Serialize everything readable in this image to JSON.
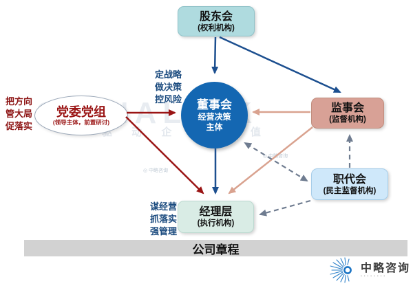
{
  "colors": {
    "navy": "#1c4f8f",
    "red": "#9a1414",
    "salmon": "#d9a28f",
    "slate": "#6f7c90",
    "circle_fill": "#1467b2",
    "shareholders_bg": "#afdbdf",
    "shareholders_border": "#8fc2c8",
    "supervisors_bg": "#d8a196",
    "supervisors_border": "#c08d7d",
    "workers_bg": "#cfe8fa",
    "workers_border": "#a6cde9",
    "managers_bg": "#d9ece5",
    "managers_border": "#bcd9d0",
    "charter_bg": "#d2d2d2",
    "annotation_navy": "#1a4a7e",
    "annotation_red": "#8e1515"
  },
  "nodes": {
    "shareholders": {
      "title": "股东会",
      "subtitle": "(权利机构)"
    },
    "board": {
      "title": "董事会",
      "line2": "经营决策",
      "line3": "主体"
    },
    "party": {
      "title": "党委党组",
      "subtitle": "(领导主体，前置研讨)"
    },
    "supervisors": {
      "title": "监事会",
      "subtitle": "(监督机构)"
    },
    "workers": {
      "title": "职代会",
      "subtitle": "(民主监督机构)"
    },
    "managers": {
      "title": "经理层",
      "subtitle": "(执行机构)"
    },
    "charter": {
      "title": "公司章程"
    }
  },
  "annotations": {
    "party_left": [
      "把方向",
      "管大局",
      "促落实"
    ],
    "board_left": [
      "定战略",
      "做决策",
      "控风险"
    ],
    "managers_left": [
      "谋经营",
      "抓落实",
      "强管理"
    ]
  },
  "watermark": {
    "brand": "CHINALINK",
    "cn": "驱 动 企 业 价 值",
    "stamp": "◎ 中略咨询"
  },
  "logo": {
    "name": "中略咨询",
    "tagline": "▪▪▪▪▪▪▪▪"
  }
}
